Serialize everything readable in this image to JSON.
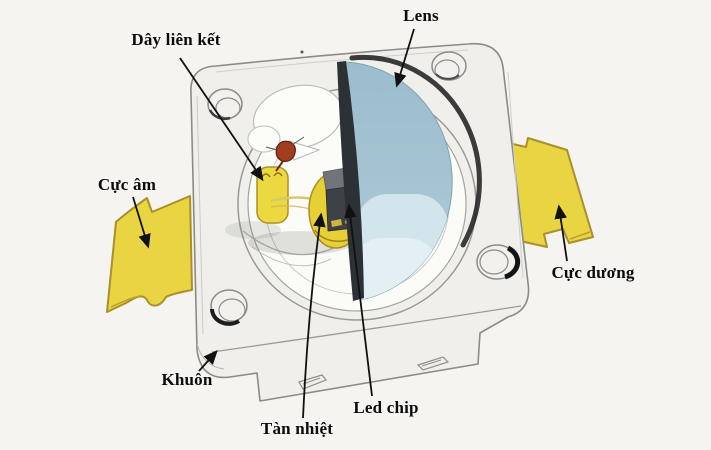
{
  "diagram": {
    "subject": "LED package cutaway diagram",
    "labels": {
      "lens": "Lens",
      "bond_wire": "Dây liên kết",
      "cathode": "Cực âm",
      "anode": "Cực dương",
      "mold": "Khuôn",
      "heatsink": "Tàn nhiệt",
      "led_chip": "Led chip"
    },
    "colors": {
      "background": "#f5f4f1",
      "housing_body": "#f0efec",
      "housing_outline": "#8b8b87",
      "recess_white": "#fbfbf8",
      "lead_yellow": "#e9d441",
      "lead_outline": "#a9902a",
      "lens_blue_top": "#9cbdce",
      "lens_blue_bottom": "#b7d1dc",
      "lens_highlight": "#d3e5ec",
      "lens_cut_face": "#2c3136",
      "chip_dark": "#3e4246",
      "chip_top": "#70757b",
      "heatsink_yellow": "#e7d036",
      "bond_pad_yellow": "#ecd83f",
      "wire_red": "#a23c1e",
      "leader_line": "#111111"
    }
  }
}
